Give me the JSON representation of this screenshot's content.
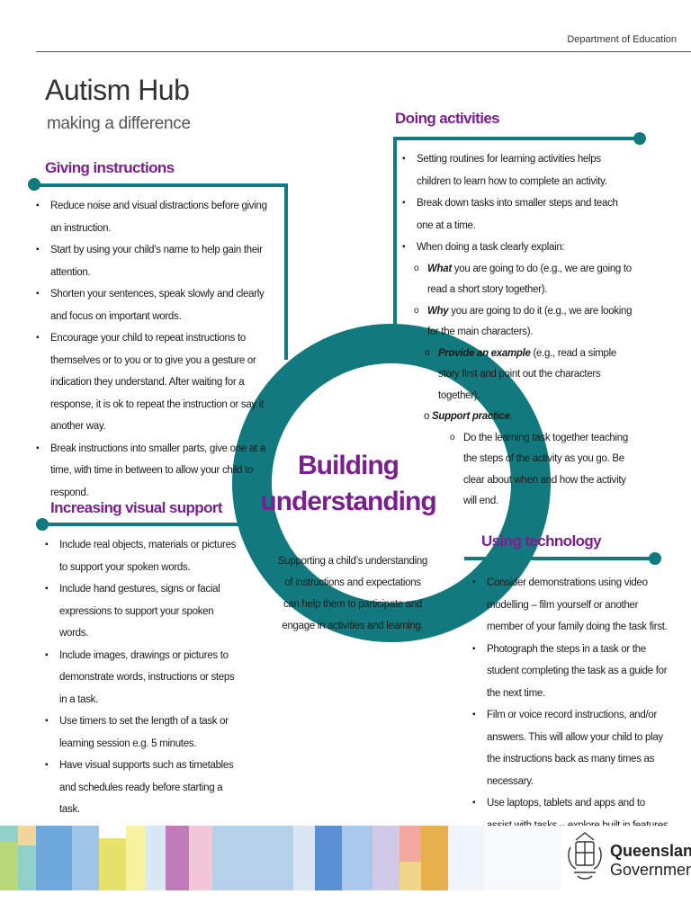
{
  "header": {
    "department": "Department of Education",
    "title": "Autism Hub",
    "subtitle": "making a difference"
  },
  "giving_instructions": {
    "title": "Giving instructions",
    "items": [
      "Reduce noise and visual distractions before giving an instruction.",
      "Start by using your child’s name to help gain their attention.",
      "Shorten your sentences, speak slowly and clearly and focus on important words.",
      "Encourage your child to repeat instructions to themselves or to you or to give you a gesture or indication they understand. After waiting for a response, it is ok to repeat the instruction or say it another way.",
      "Break instructions into smaller parts, give one at a time, with time in between to allow your child to respond."
    ]
  },
  "doing_activities": {
    "title": "Doing activities",
    "items": [
      "Setting routines for learning activities helps children to learn how to complete an activity.",
      "Break down tasks into smaller steps and teach one at a time.",
      "When doing a task clearly explain:"
    ],
    "what_label": "What",
    "what_text": " you are going to do (e.g., we are going to read a short story together).",
    "why_label": "Why",
    "why_text": " you are going to do it (e.g., we are looking for the main characters).",
    "example_label": "Provide an example",
    "example_text": " (e.g., read a simple story first and point out the characters together).",
    "practice_prefix": "o ",
    "practice_label": "Support practice",
    "practice_suffix": ".",
    "practice_detail": "Do the learning task together teaching the steps of the activity as you go. Be clear about when and how the activity will end."
  },
  "center": {
    "title_line1": "Building",
    "title_line2": "understanding",
    "body": "Supporting a child’s understanding of instructions and expectations can help them to participate and engage in activities and learning."
  },
  "visual_support": {
    "title": "Increasing visual support",
    "items": [
      "Include real objects, materials or pictures to support your spoken words.",
      "Include hand gestures, signs or facial expressions to support your spoken words.",
      "Include images, drawings or pictures to demonstrate words, instructions or steps in a task.",
      "Use timers to set the length of a task or learning session e.g. 5 minutes.",
      "Have visual supports such as timetables and schedules ready before starting a task."
    ]
  },
  "technology": {
    "title": "Using technology",
    "items": [
      "Consider demonstrations using video modelling – film yourself or another member of your family doing the task first.",
      "Photograph the steps in a task or the student completing the task as a guide for the next time.",
      "Film or voice record instructions, and/or answers.  This will allow your child to play the instructions back as many times as necessary.",
      "Use laptops, tablets and apps and to assist with tasks – explore built in features of programs such as Microsoft Word."
    ]
  },
  "footer": {
    "logo_line1": "Queensland",
    "logo_line2": "Government"
  },
  "colors": {
    "teal": "#127a7e",
    "purple": "#7b1f8e"
  }
}
